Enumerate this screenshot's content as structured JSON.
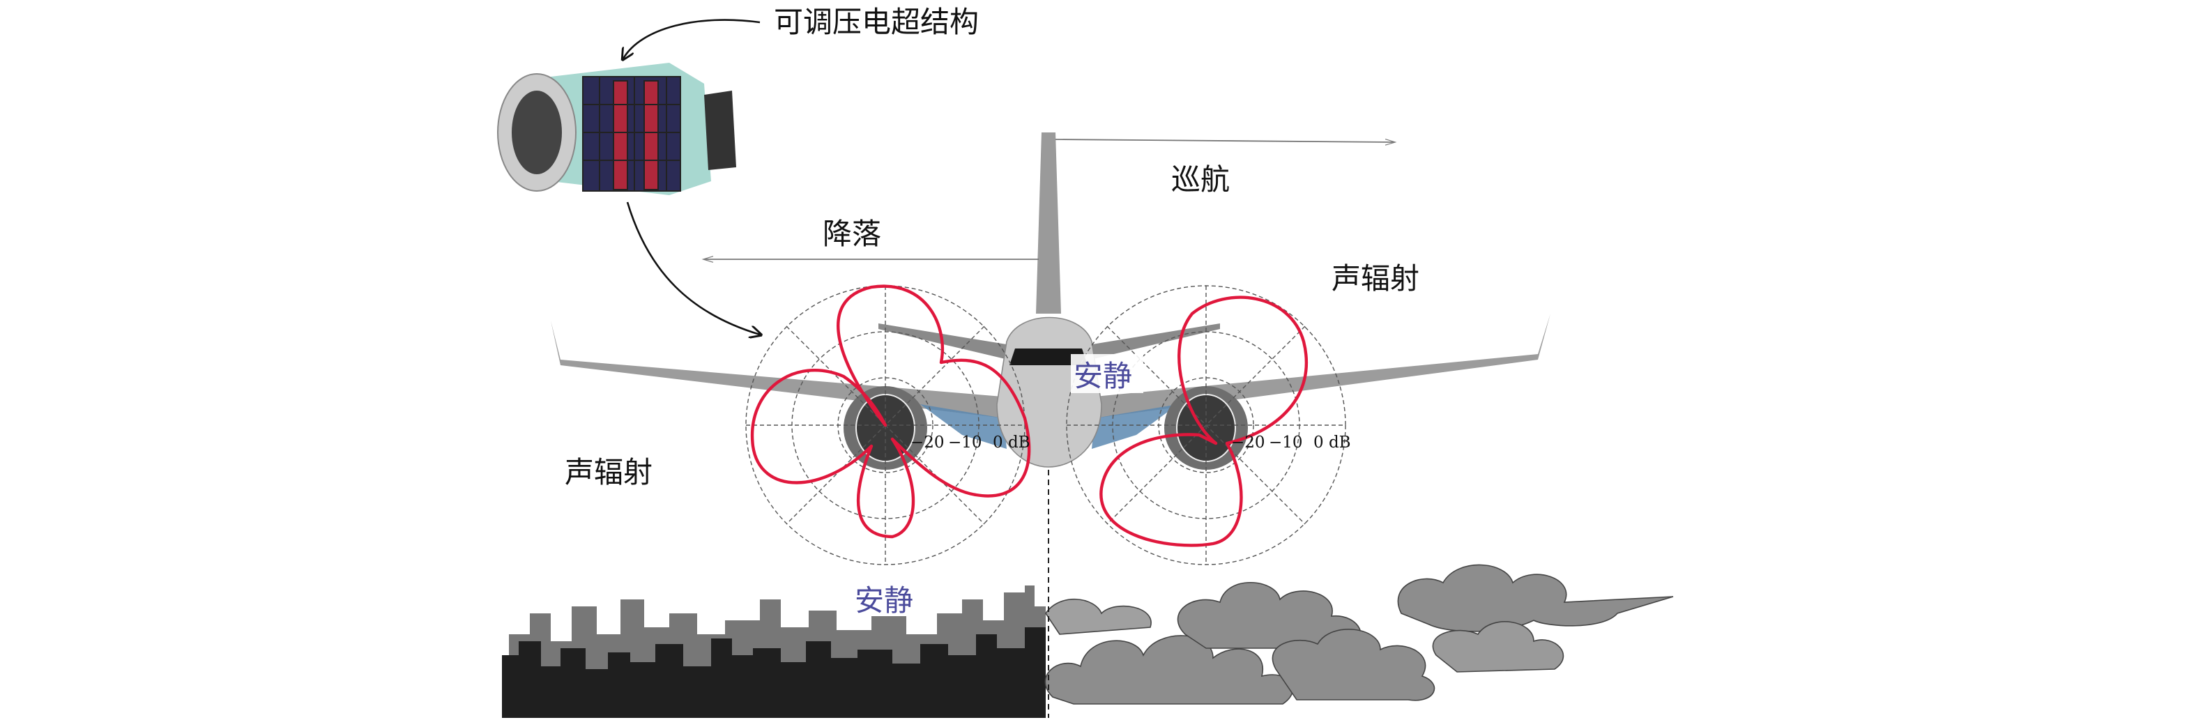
{
  "title_label": "可调压电超结构",
  "cruise_label": "巡航",
  "landing_label": "降落",
  "radiation_right_label": "声辐射",
  "radiation_left_label": "声辐射",
  "quiet_upper_label": "安静",
  "quiet_lower_label": "安静",
  "left_polar": {
    "ticks": [
      "−20",
      "−10",
      "0 dB"
    ]
  },
  "right_polar": {
    "ticks": [
      "−20",
      "−10",
      "0 dB"
    ]
  },
  "colors": {
    "lobe": "#e0173c",
    "quiet_text": "#4b4b9c",
    "city": "#222222",
    "cloud": "#8a8a8a"
  }
}
